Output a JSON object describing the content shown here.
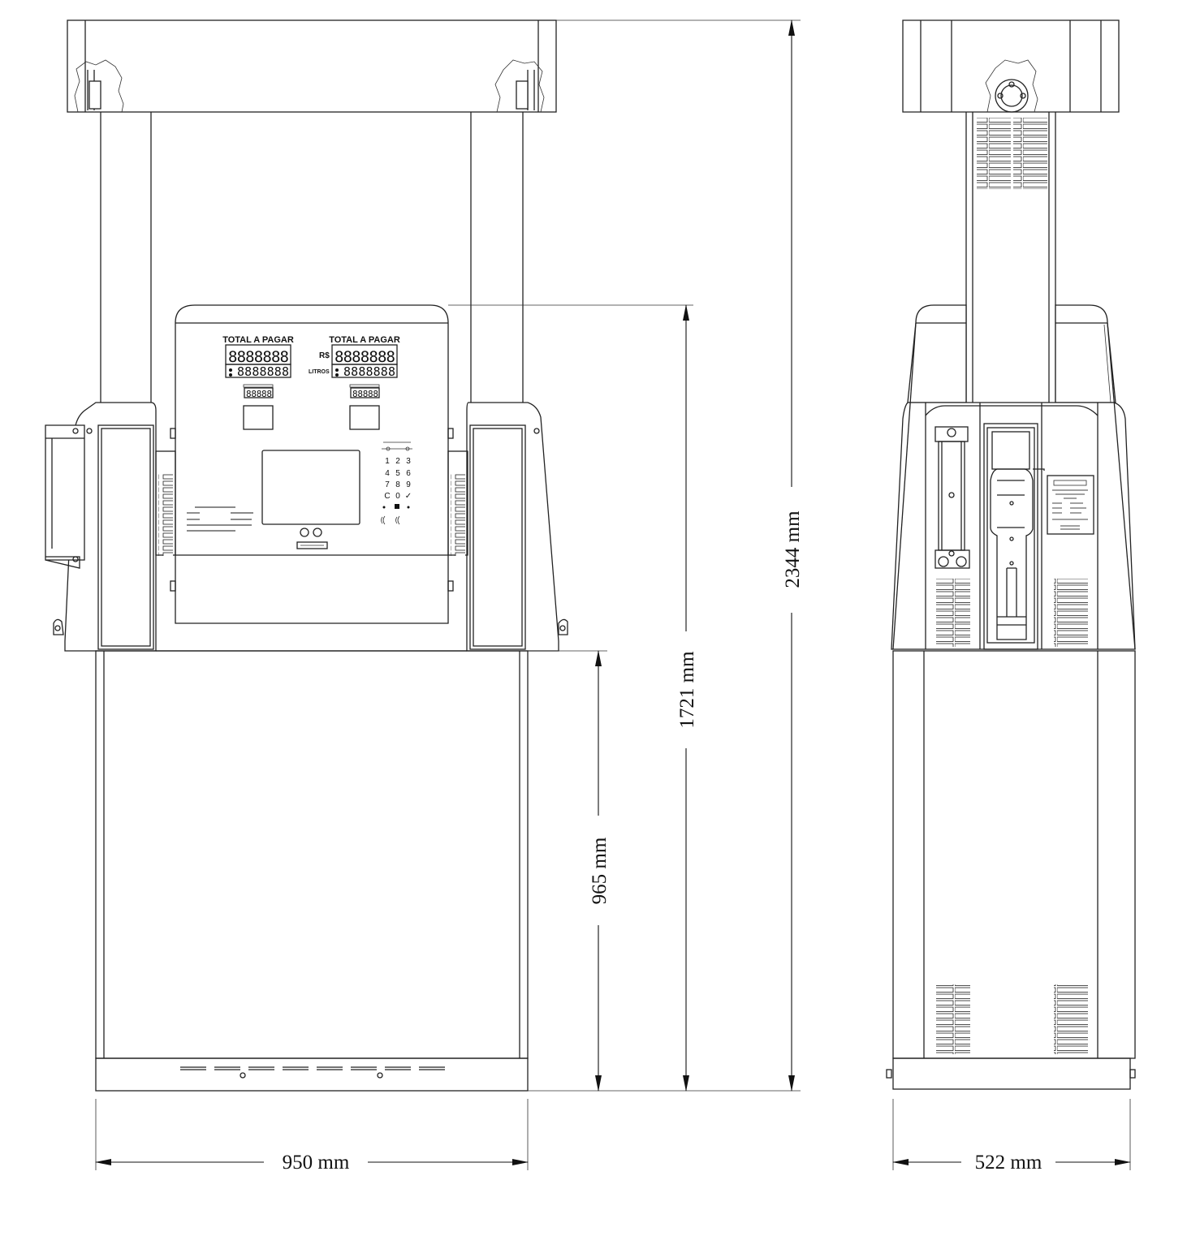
{
  "front_view": {
    "display_left": {
      "title": "TOTAL A PAGAR",
      "amount_digits": "8888888",
      "liters_digits": "8888888",
      "price_digits": "88888"
    },
    "display_right": {
      "title": "TOTAL A PAGAR",
      "amount_digits": "8888888",
      "liters_digits": "8888888",
      "price_digits": "88888"
    },
    "currency_label": "R$",
    "liters_label": "LITROS",
    "keypad_keys": [
      "1",
      "2",
      "3",
      "4",
      "5",
      "6",
      "7",
      "8",
      "9",
      "C",
      "0",
      "✓"
    ]
  },
  "dimensions": {
    "overall_height": "2344 mm",
    "cabinet_height": "1721 mm",
    "base_height": "965 mm",
    "front_width": "950 mm",
    "side_width": "522 mm"
  }
}
